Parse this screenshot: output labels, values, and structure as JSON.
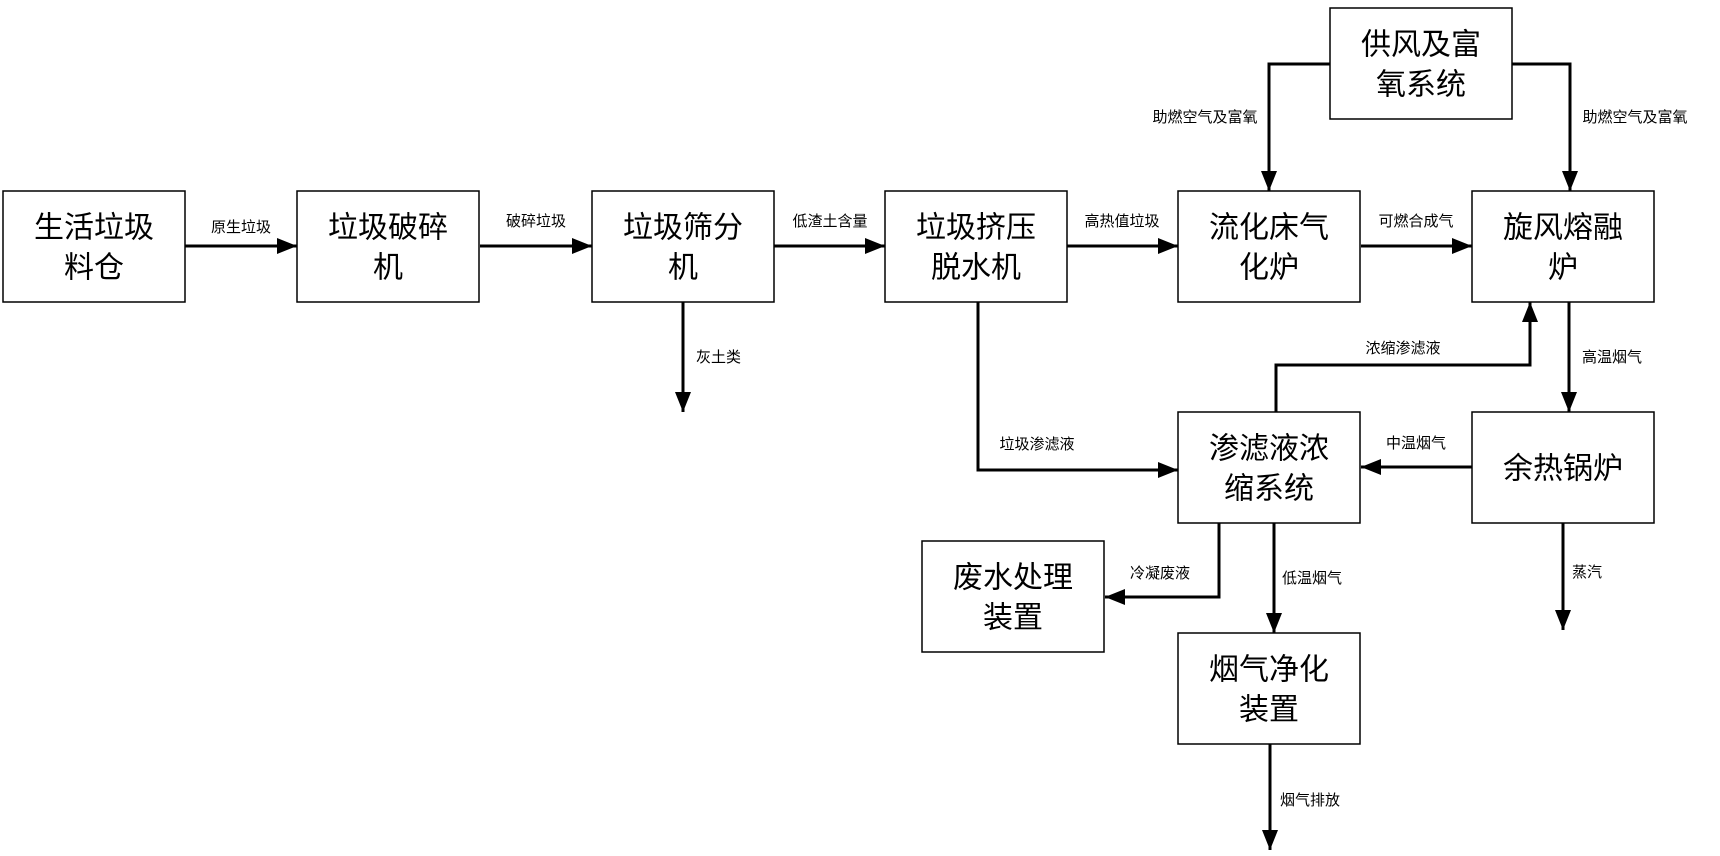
{
  "diagram": {
    "type": "process-flowchart",
    "nodes": [
      {
        "id": "bin",
        "lines": [
          "生活垃圾",
          "料仓"
        ]
      },
      {
        "id": "crusher",
        "lines": [
          "垃圾破碎",
          "机"
        ]
      },
      {
        "id": "screen",
        "lines": [
          "垃圾筛分",
          "机"
        ]
      },
      {
        "id": "press",
        "lines": [
          "垃圾挤压",
          "脱水机"
        ]
      },
      {
        "id": "gasifier",
        "lines": [
          "流化床气",
          "化炉"
        ]
      },
      {
        "id": "melter",
        "lines": [
          "旋风熔融",
          "炉"
        ]
      },
      {
        "id": "air",
        "lines": [
          "供风及富",
          "氧系统"
        ]
      },
      {
        "id": "leachate",
        "lines": [
          "渗滤液浓",
          "缩系统"
        ]
      },
      {
        "id": "boiler",
        "lines": [
          "余热锅炉"
        ]
      },
      {
        "id": "wastewater",
        "lines": [
          "废水处理",
          "装置"
        ]
      },
      {
        "id": "fluegas",
        "lines": [
          "烟气净化",
          "装置"
        ]
      }
    ],
    "edges": [
      {
        "from": "bin",
        "to": "crusher",
        "label": "原生垃圾"
      },
      {
        "from": "crusher",
        "to": "screen",
        "label": "破碎垃圾"
      },
      {
        "from": "screen",
        "to": "press",
        "label": "低渣土含量"
      },
      {
        "from": "screen",
        "to": null,
        "label": "灰土类"
      },
      {
        "from": "press",
        "to": "gasifier",
        "label": "高热值垃圾"
      },
      {
        "from": "press",
        "to": "leachate",
        "label": "垃圾渗滤液"
      },
      {
        "from": "air",
        "to": "gasifier",
        "label": "助燃空气及富氧"
      },
      {
        "from": "air",
        "to": "melter",
        "label": "助燃空气及富氧"
      },
      {
        "from": "gasifier",
        "to": "melter",
        "label": "可燃合成气"
      },
      {
        "from": "melter",
        "to": "boiler",
        "label": "高温烟气"
      },
      {
        "from": "leachate",
        "to": "melter",
        "label": "浓缩渗滤液"
      },
      {
        "from": "boiler",
        "to": "leachate",
        "label": "中温烟气"
      },
      {
        "from": "boiler",
        "to": null,
        "label": "蒸汽"
      },
      {
        "from": "leachate",
        "to": "wastewater",
        "label": "冷凝废液"
      },
      {
        "from": "leachate",
        "to": "fluegas",
        "label": "低温烟气"
      },
      {
        "from": "fluegas",
        "to": null,
        "label": "烟气排放"
      }
    ]
  },
  "colors": {
    "line": "#000000",
    "background": "#ffffff"
  }
}
